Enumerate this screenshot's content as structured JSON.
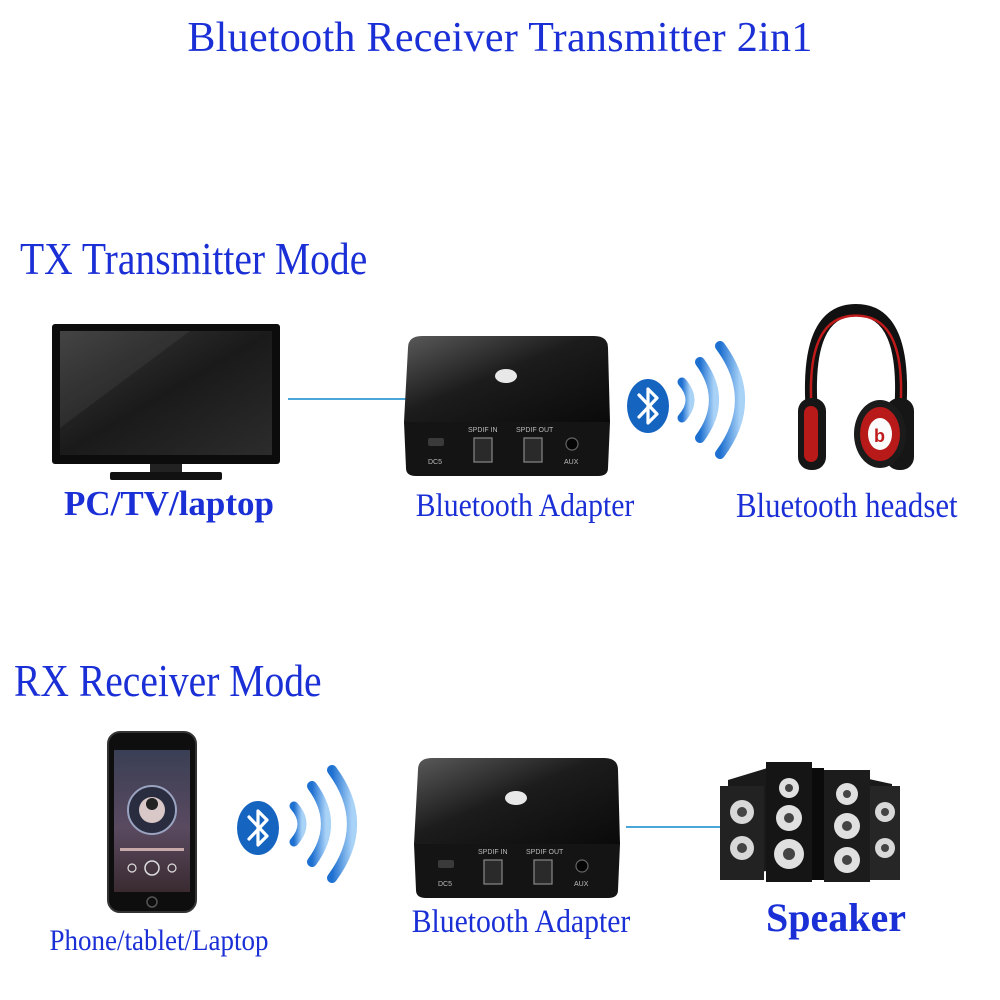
{
  "title": "Bluetooth Receiver Transmitter 2in1",
  "tx": {
    "mode_label": "TX Transmitter Mode",
    "source_label": "PC/TV/laptop",
    "adapter_label": "Bluetooth Adapter",
    "sink_label": "Bluetooth headset"
  },
  "rx": {
    "mode_label": "RX Receiver Mode",
    "source_label": "Phone/tablet/Laptop",
    "adapter_label": "Bluetooth Adapter",
    "sink_label": "Speaker"
  },
  "adapter_ports": {
    "dc": "DC5",
    "spdif_in": "SPDIF IN",
    "spdif_out": "SPDIF OUT",
    "aux": "AUX"
  },
  "headphone_brand": "b",
  "colors": {
    "label_blue": "#1a2fd6",
    "bluetooth_blue": "#1565c0",
    "cable": "#49a6d8"
  },
  "icons": [
    "bluetooth-icon",
    "wave-icon",
    "monitor-icon",
    "headphones-icon",
    "phone-icon",
    "speaker-icon"
  ]
}
